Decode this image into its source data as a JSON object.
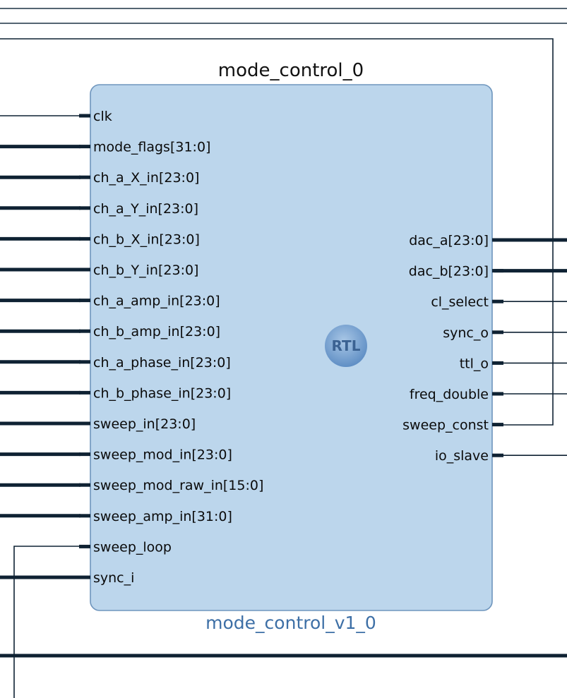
{
  "block": {
    "instance_name": "mode_control_0",
    "module_name": "mode_control_v1_0",
    "badge": "RTL"
  },
  "inputs": [
    {
      "name": "clk",
      "bus": false
    },
    {
      "name": "mode_flags[31:0]",
      "bus": true
    },
    {
      "name": "ch_a_X_in[23:0]",
      "bus": true
    },
    {
      "name": "ch_a_Y_in[23:0]",
      "bus": true
    },
    {
      "name": "ch_b_X_in[23:0]",
      "bus": true
    },
    {
      "name": "ch_b_Y_in[23:0]",
      "bus": true
    },
    {
      "name": "ch_a_amp_in[23:0]",
      "bus": true
    },
    {
      "name": "ch_b_amp_in[23:0]",
      "bus": true
    },
    {
      "name": "ch_a_phase_in[23:0]",
      "bus": true
    },
    {
      "name": "ch_b_phase_in[23:0]",
      "bus": true
    },
    {
      "name": "sweep_in[23:0]",
      "bus": true
    },
    {
      "name": "sweep_mod_in[23:0]",
      "bus": true
    },
    {
      "name": "sweep_mod_raw_in[15:0]",
      "bus": true
    },
    {
      "name": "sweep_amp_in[31:0]",
      "bus": true
    },
    {
      "name": "sweep_loop",
      "bus": false
    },
    {
      "name": "sync_i",
      "bus": true
    }
  ],
  "outputs": [
    {
      "name": "dac_a[23:0]",
      "bus": true
    },
    {
      "name": "dac_b[23:0]",
      "bus": true
    },
    {
      "name": "cl_select",
      "bus": false
    },
    {
      "name": "sync_o",
      "bus": false
    },
    {
      "name": "ttl_o",
      "bus": false
    },
    {
      "name": "freq_double",
      "bus": false
    },
    {
      "name": "sweep_const",
      "bus": false
    },
    {
      "name": "io_slave",
      "bus": false
    }
  ],
  "colors": {
    "block_fill": "#bcd6ec",
    "block_border": "#6e95bd",
    "wire": "#0f2233",
    "module_label": "#3d6fa6"
  }
}
